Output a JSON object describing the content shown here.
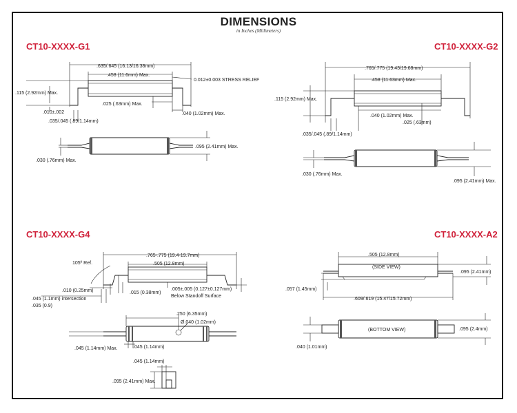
{
  "header": {
    "title": "DIMENSIONS",
    "subtitle": "in Inches (Millimeters)"
  },
  "colors": {
    "part_label": "#d0213a",
    "line": "#222222"
  },
  "g1": {
    "name": "CT10-XXXX-G1",
    "overall": ".635/.645 (16.13/16.38mm)",
    "body_len": ".458 (11.6mm) Max.",
    "stress": "0.012±0.003 STRESS RELIEF",
    "height": ".115 (2.92mm) Max.",
    "lead_t": ".010±.002",
    "standoff": ".025 (.63mm) Max.",
    "lead_len": ".040 (1.02mm) Max.",
    "bend": ".035/.045 (.89/1.14mm)",
    "dia": ".095 (2.41mm) Max.",
    "wire": ".030 (.76mm) Max."
  },
  "g2": {
    "name": "CT10-XXXX-G2",
    "overall": ".765/.775 (19.43/19.68mm)",
    "body_len": ".458 (11.63mm) Max.",
    "height": ".115 (2.92mm) Max.",
    "lead_len": ".040 (1.02mm) Max.",
    "standoff": ".025 (.63mm)",
    "bend": ".035/.045 (.89/1.14mm)",
    "wire": ".030 (.76mm) Max.",
    "dia": ".095 (2.41mm) Max."
  },
  "g4": {
    "name": "CT10-XXXX-G4",
    "overall": ".765-.775 (19.4-19.7mm)",
    "body_len": ".505 (12.8mm)",
    "angle": "105º Ref.",
    "lead_t": ".010 (0.25mm)",
    "standoff": ".015 (0.38mm)",
    "standoff2": ".005±.005 (0.127±0.127mm)",
    "standoff2_note": "Below Standoff Surface",
    "intersect": ".045 (1.1mm) intersection",
    "intersect2": ".035 (0.9)",
    "hole_pos": ".250 (6.35mm)",
    "hole_dia": "Ø.040 (1.02mm)",
    "band": ".045 (1.14mm)",
    "lead_w": ".045 (1.14mm) Max.",
    "tab_w": ".045 (1.14mm)",
    "tab_h": ".095 (2.41mm) Max."
  },
  "a2": {
    "name": "CT10-XXXX-A2",
    "body_len": ".505 (12.8mm)",
    "side_view": "(SIDE VIEW)",
    "height": ".095 (2.41mm)",
    "lead_h": ".057 (1.45mm)",
    "overall": ".609/.619 (15.47/15.72mm)",
    "bottom_view": "(BOTTOM VIEW)",
    "width": ".095 (2.4mm)",
    "lead_w": ".040 (1.01mm)"
  }
}
